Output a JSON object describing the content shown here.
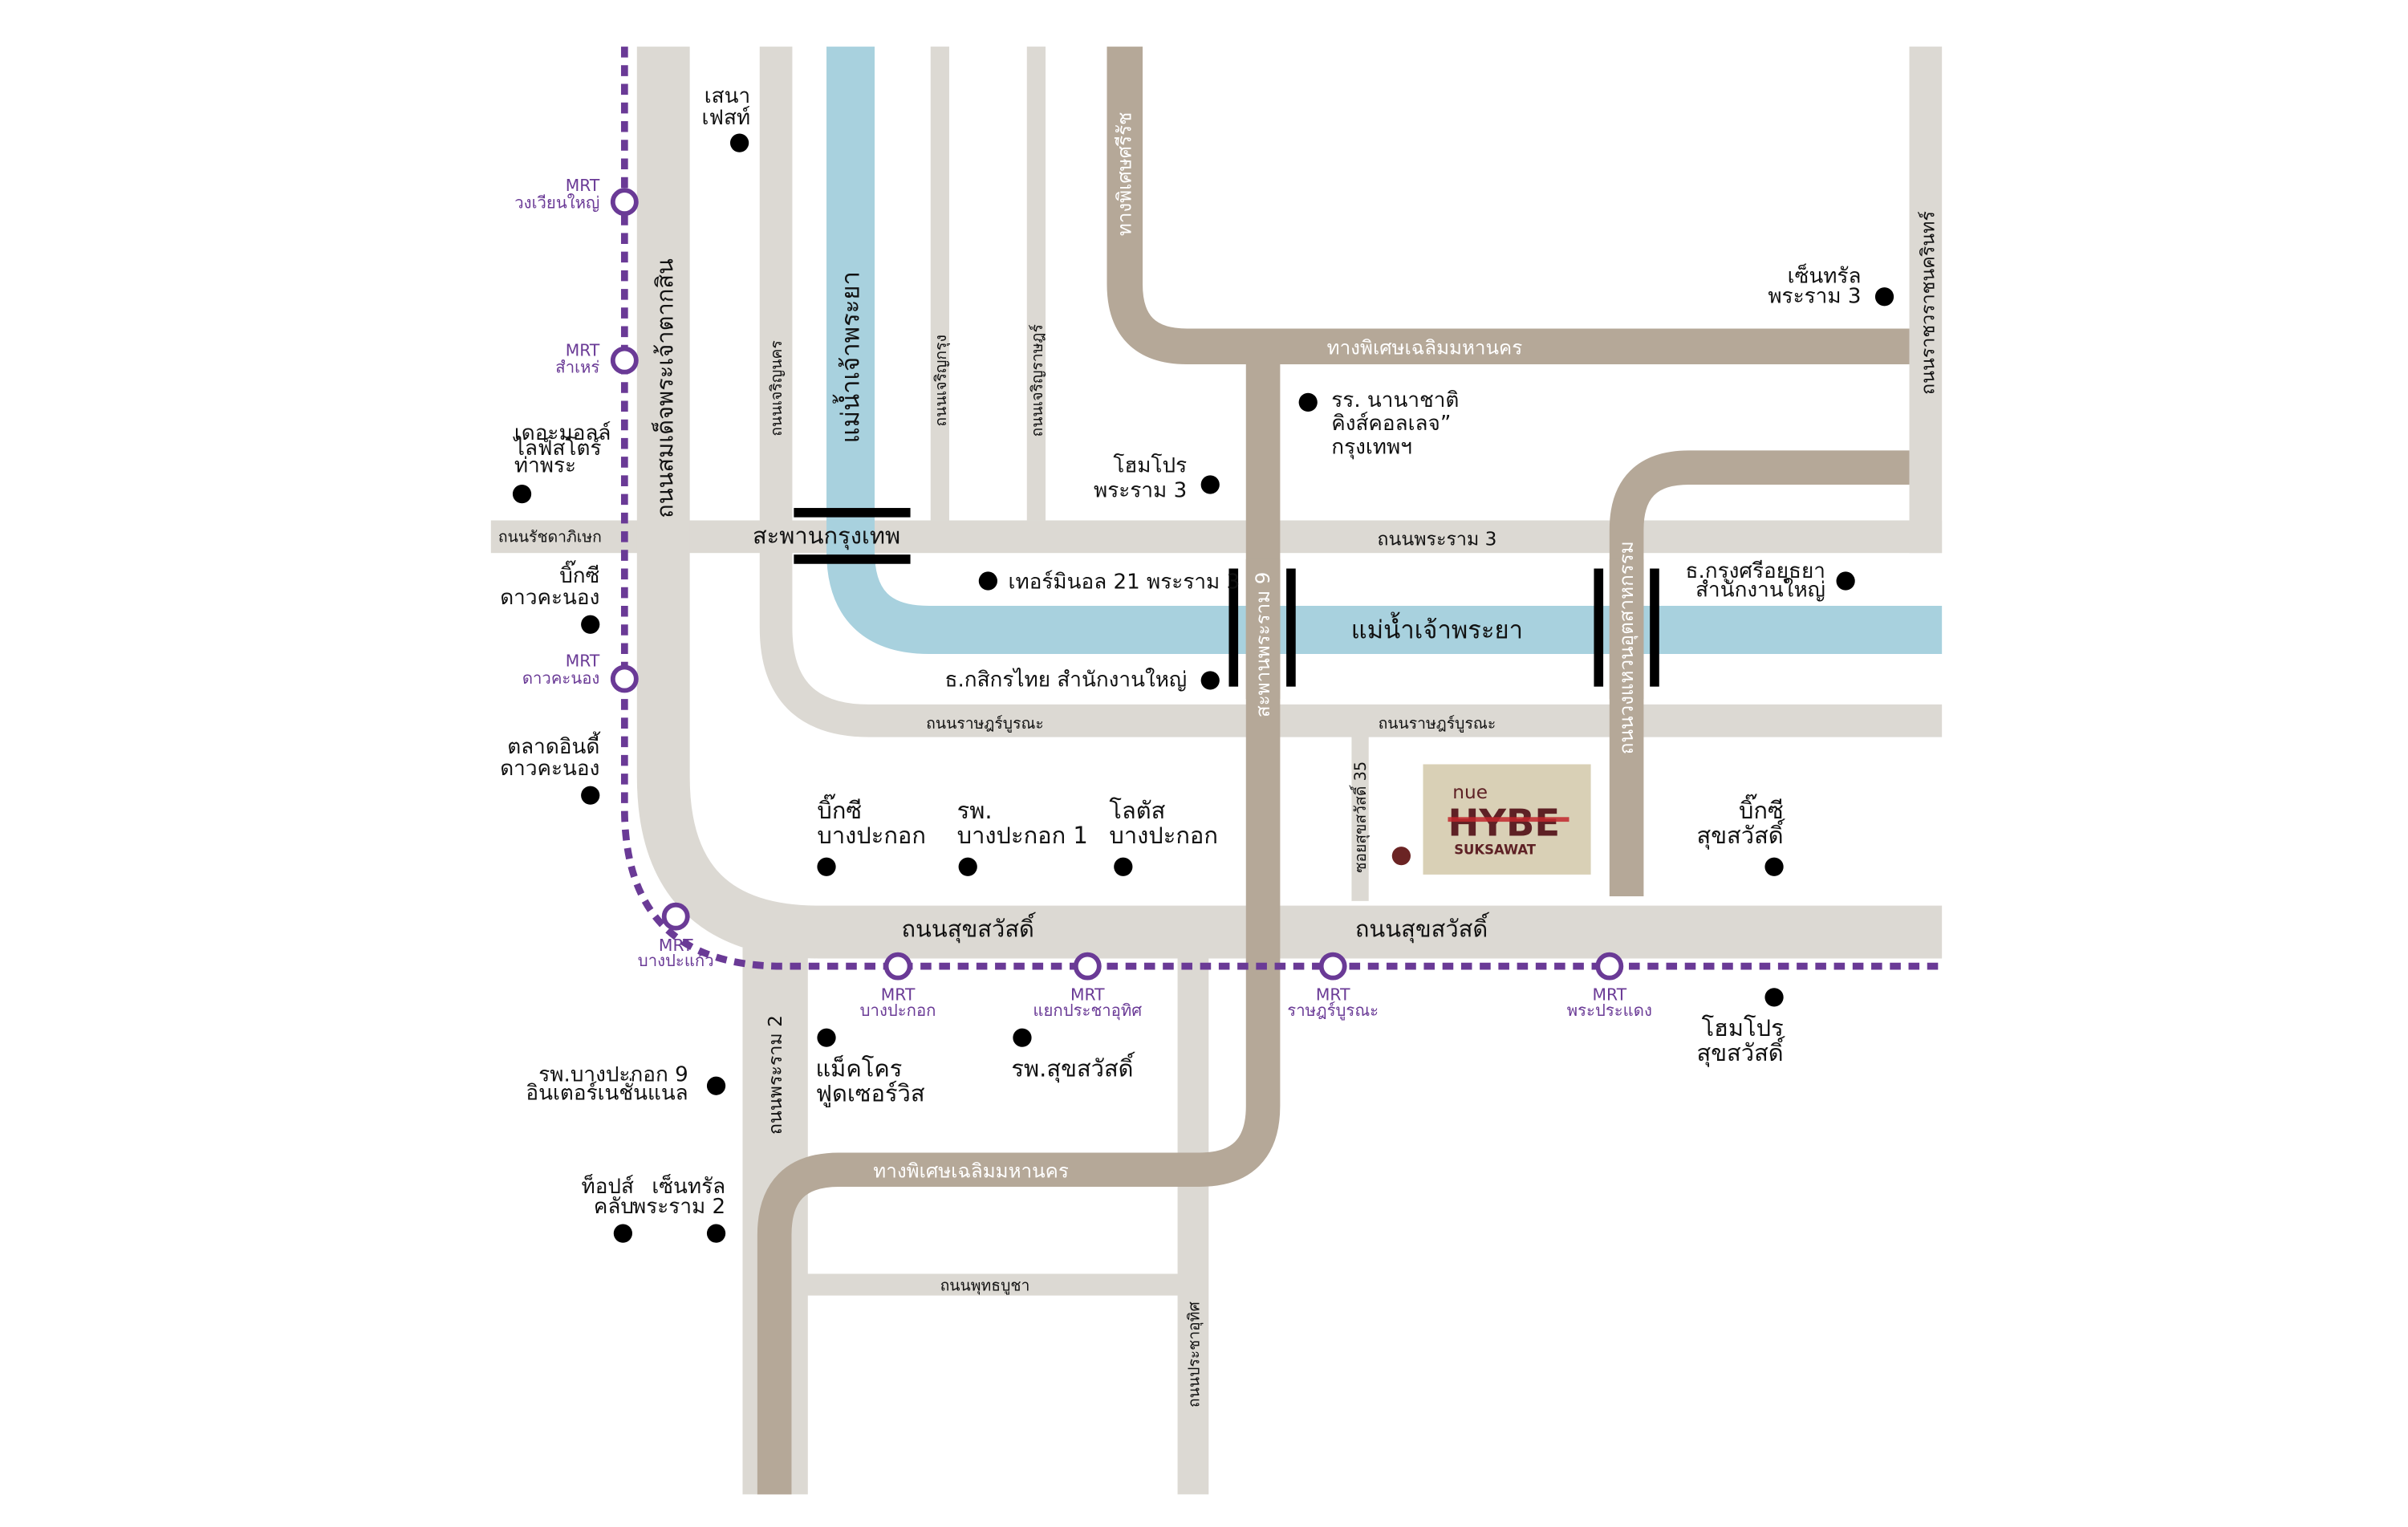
{
  "colors": {
    "road_gray": "#dcd9d3",
    "expressway_tan": "#b5a898",
    "river_blue": "#a8d1de",
    "mrt_purple": "#6a3a96",
    "bridge_black": "#000000",
    "poi_dot": "#000000",
    "project_dot": "#6b2424",
    "project_box": "#d9d0b6",
    "logo_dark": "#5e2125",
    "logo_red": "#c1272d"
  },
  "project": {
    "brand_prefix": "nue",
    "name": "HYBE",
    "subtitle": "SUKSAWAT"
  },
  "rivers": {
    "chao_phraya_vertical": "แม่น้ำเจ้าพระยา",
    "chao_phraya_horizontal": "แม่น้ำเจ้าพระยา"
  },
  "roads": {
    "taksin": "ถนนสมเด็จพระเจ้าตากสิน",
    "charoen_nakhon": "ถนนเจริญนคร",
    "charoen_krung": "ถนนเจริญกรุง",
    "charoen_rat": "ถนนเจริญราษฎร์",
    "ratchadaphisek": "ถนนรัชดาภิเษก",
    "krungthep_bridge": "สะพานกรุงเทพ",
    "rama3": "ถนนพระราม 3",
    "ratchawarat": "ถนนราชวราชนครินทร์",
    "rat_burana_1": "ถนนราษฎร์บูรณะ",
    "rat_burana_2": "ถนนราษฎร์บูรณะ",
    "soi_suksawat_35": "ซอยสุขสวัสดิ์ 35",
    "suksawat_1": "ถนนสุขสวัสดิ์",
    "suksawat_2": "ถนนสุขสวัสดิ์",
    "rama2": "ถนนพระราม 2",
    "pracha_uthit": "ถนนประชาอุทิศ",
    "phutthabucha": "ถนนพุทธบูชา",
    "rama9_bridge": "สะพานพระราม 9",
    "wong_waen": "ถนนวงแหวนอุตสาหกรรม"
  },
  "expressways": {
    "si_rat": "ทางพิเศษศรีรัช",
    "chaloem_top": "ทางพิเศษเฉลิมมหานคร",
    "chaloem_bottom": "ทางพิเศษเฉลิมมหานคร"
  },
  "mrt_stations": [
    {
      "line": "MRT",
      "name": "วงเวียนใหญ่"
    },
    {
      "line": "MRT",
      "name": "สำเหร่"
    },
    {
      "line": "MRT",
      "name": "ดาวคะนอง"
    },
    {
      "line": "MRT",
      "name": "บางปะแก้ว"
    },
    {
      "line": "MRT",
      "name": "บางปะกอก"
    },
    {
      "line": "MRT",
      "name": "แยกประชาอุทิศ"
    },
    {
      "line": "MRT",
      "name": "ราษฎร์บูรณะ"
    },
    {
      "line": "MRT",
      "name": "พระประแดง"
    }
  ],
  "pois": [
    {
      "lines": [
        "เสนา",
        "เฟสท์"
      ]
    },
    {
      "lines": [
        "เดอะมอลล์",
        "ไลฟ์สโตร์",
        "ท่าพระ"
      ]
    },
    {
      "lines": [
        "บิ๊กซี",
        "ดาวคะนอง"
      ]
    },
    {
      "lines": [
        "ตลาดอินดี้",
        "ดาวคะนอง"
      ]
    },
    {
      "lines": [
        "เซ็นทรัล",
        "พระราม 3"
      ]
    },
    {
      "lines": [
        "รร. นานาชาติ",
        "คิงส์คอลเลจ”",
        "กรุงเทพฯ"
      ]
    },
    {
      "lines": [
        "โฮมโปร",
        "พระราม 3"
      ]
    },
    {
      "lines": [
        "เทอร์มินอล 21 พระราม 3"
      ]
    },
    {
      "lines": [
        "ธ.กสิกรไทย สำนักงานใหญ่"
      ]
    },
    {
      "lines": [
        "ธ.กรุงศรีอยุธยา",
        "สำนักงานใหญ่"
      ]
    },
    {
      "lines": [
        "บิ๊กซี",
        "บางปะกอก"
      ]
    },
    {
      "lines": [
        "รพ.",
        "บางปะกอก 1"
      ]
    },
    {
      "lines": [
        "โลตัส",
        "บางปะกอก"
      ]
    },
    {
      "lines": [
        "บิ๊กซี",
        "สุขสวัสดิ์"
      ]
    },
    {
      "lines": [
        "โฮมโปร",
        "สุขสวัสดิ์"
      ]
    },
    {
      "lines": [
        "แม็คโคร",
        "ฟูดเซอร์วิส"
      ]
    },
    {
      "lines": [
        "รพ.สุขสวัสดิ์"
      ]
    },
    {
      "lines": [
        "รพ.บางปะกอก 9",
        "อินเตอร์เนชั่นแนล"
      ]
    },
    {
      "lines": [
        "ท็อปส์",
        "คลับ"
      ]
    },
    {
      "lines": [
        "เซ็นทรัล",
        "พระราม 2"
      ]
    }
  ]
}
